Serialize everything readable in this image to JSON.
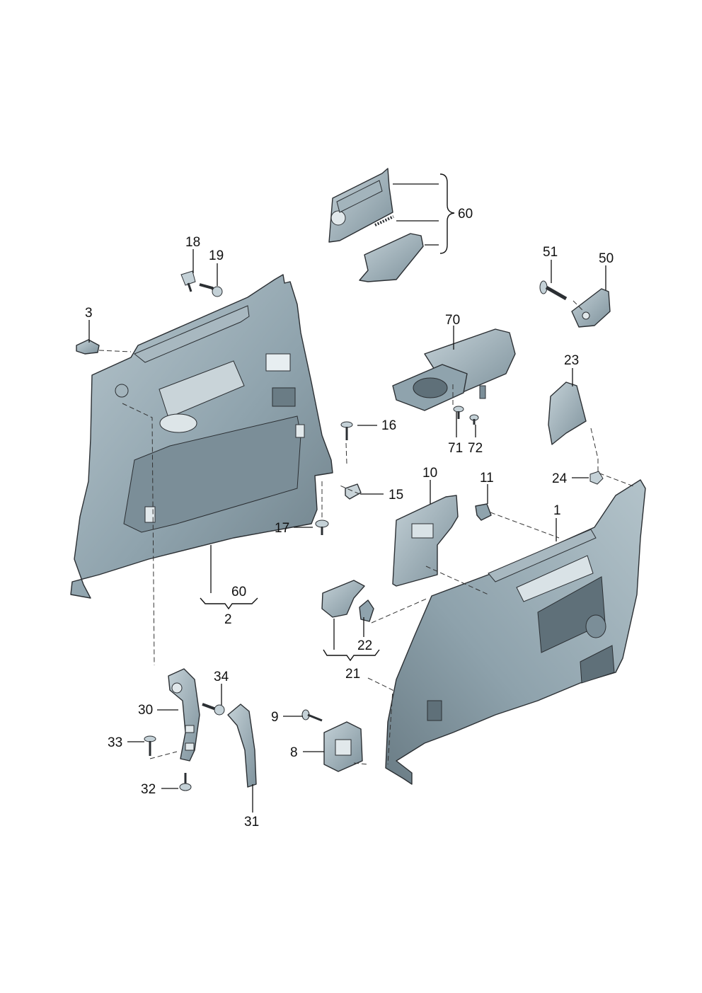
{
  "colors": {
    "panel_fill": "#8fa3ad",
    "panel_light": "#b8c7ce",
    "panel_dark": "#5f7079",
    "outline": "#2b2f33"
  },
  "callouts": {
    "c1": "1",
    "c2": "2",
    "c3": "3",
    "c8": "8",
    "c9": "9",
    "c10": "10",
    "c11": "11",
    "c15": "15",
    "c16": "16",
    "c17": "17",
    "c18": "18",
    "c19": "19",
    "c21": "21",
    "c22": "22",
    "c23": "23",
    "c24": "24",
    "c30": "30",
    "c31": "31",
    "c32": "32",
    "c33": "33",
    "c34": "34",
    "c50": "50",
    "c51": "51",
    "c60_top": "60",
    "c60_bottom": "60",
    "c70": "70",
    "c71": "71",
    "c72": "72"
  }
}
